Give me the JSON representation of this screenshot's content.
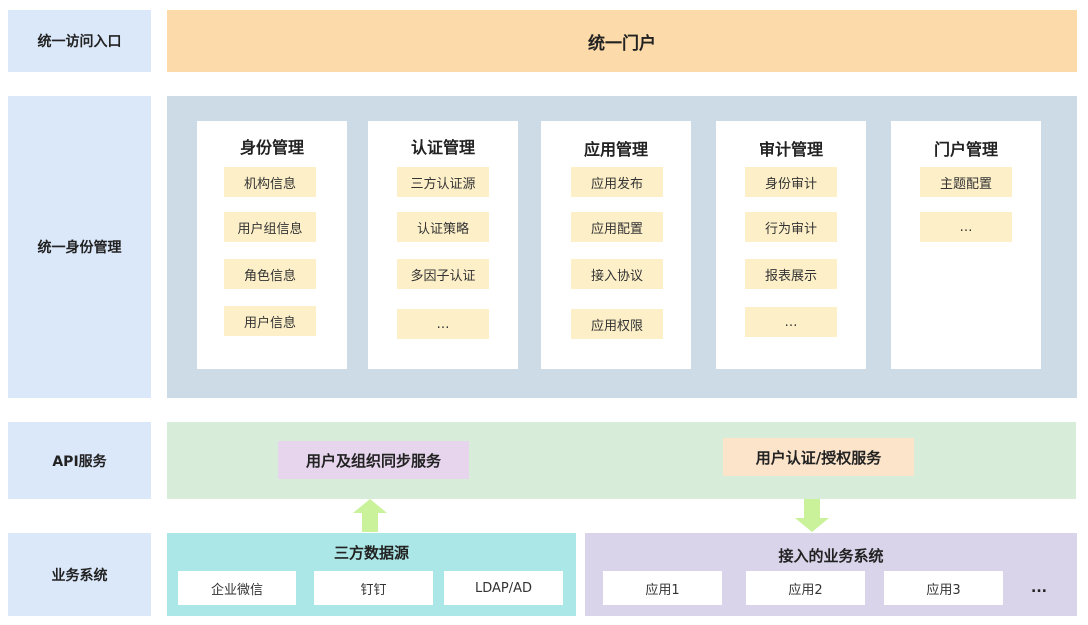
{
  "row_labels": {
    "access": "统一访问入口",
    "identity": "统一身份管理",
    "api": "API服务",
    "business": "业务系统"
  },
  "portal": {
    "title": "统一门户"
  },
  "modules": [
    {
      "title": "身份管理",
      "items": [
        "机构信息",
        "用户组信息",
        "角色信息",
        "用户信息"
      ]
    },
    {
      "title": "认证管理",
      "items": [
        "三方认证源",
        "认证策略",
        "多因子认证",
        "…"
      ]
    },
    {
      "title": "应用管理",
      "items": [
        "应用发布",
        "应用配置",
        "接入协议",
        "应用权限"
      ]
    },
    {
      "title": "审计管理",
      "items": [
        "身份审计",
        "行为审计",
        "报表展示",
        "…"
      ]
    },
    {
      "title": "门户管理",
      "items": [
        "主题配置",
        "…"
      ]
    }
  ],
  "api": {
    "sync_service": "用户及组织同步服务",
    "auth_service": "用户认证/授权服务"
  },
  "sources": {
    "title": "三方数据源",
    "items": [
      "企业微信",
      "钉钉",
      "LDAP/AD"
    ]
  },
  "business": {
    "title": "接入的业务系统",
    "items": [
      "应用1",
      "应用2",
      "应用3"
    ],
    "more": "..."
  },
  "colors": {
    "row_label": "#dbe8fa",
    "portal": "#fcdaa9",
    "management_bg": "#ccdbe5",
    "chip": "#fdf0c9",
    "api_bg": "#d7ecd9",
    "sync_service": "#e6d5ec",
    "auth_service": "#fce4cb",
    "arrow": "#c9f29a",
    "sources_bg": "#ace7e7",
    "business_bg": "#d9d4ea"
  }
}
